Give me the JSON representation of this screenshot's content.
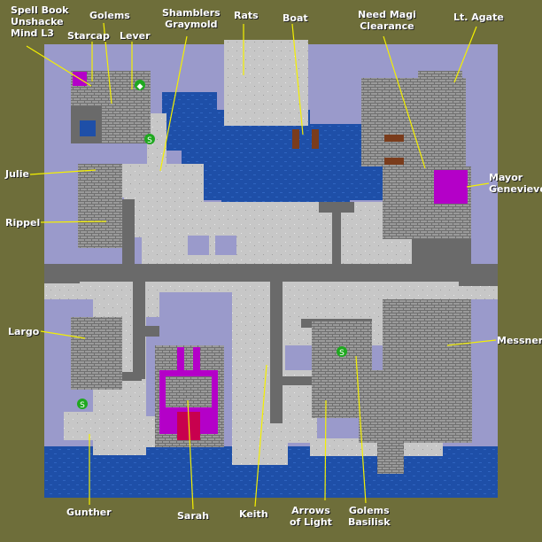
{
  "colors": {
    "background": "#6e6e3a",
    "water": "#1e4fa8",
    "floor": "#c7c7c7",
    "wall": "#6f6f6f",
    "void": "#9a9acb",
    "magic": "#b400c8",
    "pointer": "#f4f000",
    "label": "#ffffff"
  },
  "markers": [
    "shop-s-icon",
    "shop-s-icon",
    "shop-s-icon",
    "shop-s-icon"
  ],
  "labels": {
    "spell_book": "Spell Book\nUnshacke\nMind L3",
    "golems_top": "Golems",
    "starcap": "Starcap",
    "lever": "Lever",
    "shamblers": "Shamblers\nGraymold",
    "rats": "Rats",
    "boat": "Boat",
    "need_magi": "Need Magi\nClearance",
    "lt_agate": "Lt. Agate",
    "julie": "Julie",
    "mayor": "Mayor\nGenevieve",
    "rippel": "Rippel",
    "largo": "Largo",
    "messner": "Messner",
    "gunther": "Gunther",
    "sarah": "Sarah",
    "keith": "Keith",
    "arrows": "Arrows\nof Light",
    "golems_basilisk": "Golems\nBasilisk"
  }
}
